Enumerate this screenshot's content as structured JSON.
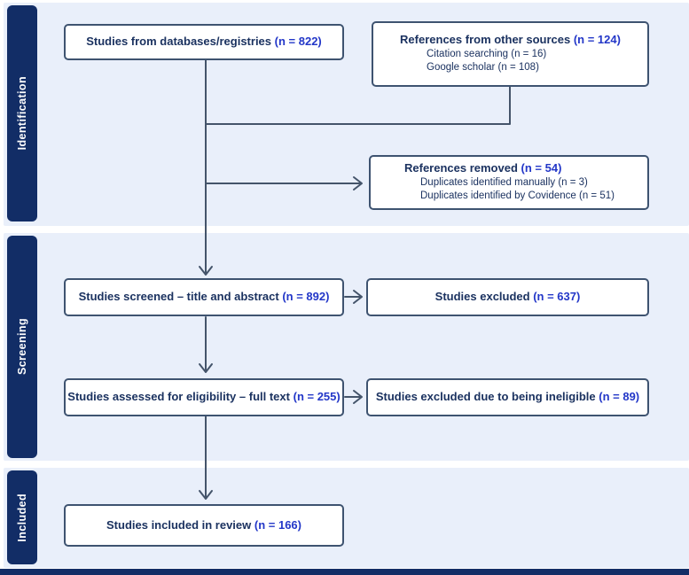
{
  "colors": {
    "band": "#e9effa",
    "rail": "#122d66",
    "box_border": "#3e5370",
    "text": "#1b3260",
    "number": "#2337c8",
    "connector": "#44546a"
  },
  "stages": [
    {
      "label": "Identification"
    },
    {
      "label": "Screening"
    },
    {
      "label": "Included"
    }
  ],
  "boxes": {
    "databases": {
      "text": "Studies from databases/registries",
      "n": "(n = 822)"
    },
    "other_sources": {
      "heading": "References from other sources",
      "n": "(n = 124)",
      "items": [
        "Citation searching (n = 16)",
        "Google scholar (n = 108)"
      ]
    },
    "removed": {
      "heading": "References removed",
      "n": "(n = 54)",
      "items": [
        "Duplicates identified manually (n = 3)",
        "Duplicates identified by Covidence (n = 51)"
      ]
    },
    "screened": {
      "text": "Studies screened – title and abstract",
      "n": "(n = 892)"
    },
    "excluded": {
      "text": "Studies excluded",
      "n": "(n = 637)"
    },
    "assessed": {
      "text": "Studies assessed for eligibility – full text",
      "n": "(n = 255)"
    },
    "ineligible": {
      "text": "Studies excluded due to being ineligible",
      "n": "(n = 89)"
    },
    "included": {
      "text": "Studies included in review",
      "n": "(n = 166)"
    }
  }
}
